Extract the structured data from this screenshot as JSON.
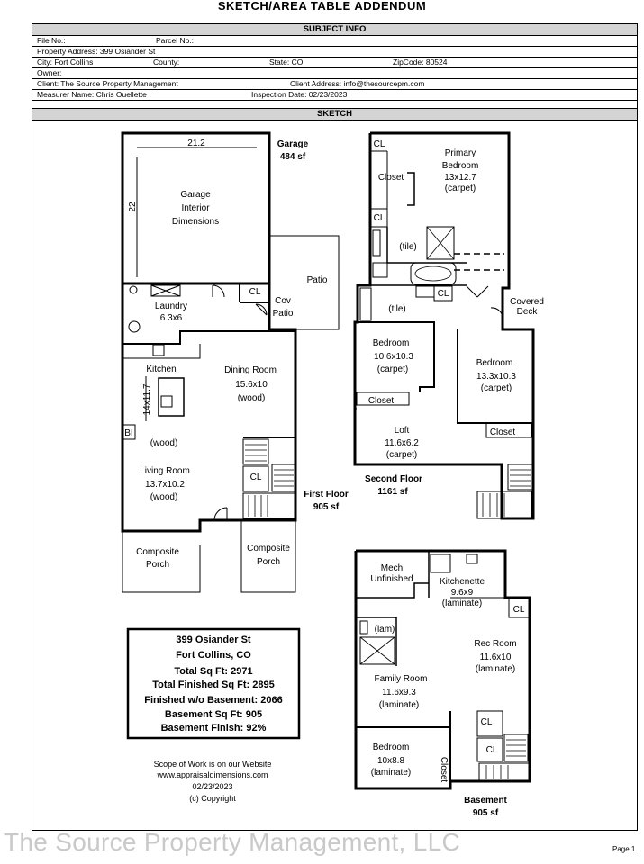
{
  "title": "SKETCH/AREA TABLE ADDENDUM",
  "subject_header": "SUBJECT INFO",
  "subject": {
    "file_no": "File No.:",
    "parcel_no": "Parcel No.:",
    "property_address": "Property Address: 399 Osiander St",
    "city": "City: Fort Collins",
    "county": "County:",
    "state": "State: CO",
    "zip": "ZipCode: 80524",
    "owner": "Owner:",
    "client": "Client: The Source Property Management",
    "client_address": "Client Address: info@thesourcepm.com",
    "measurer": "Measurer Name: Chris Ouellette",
    "inspection_date": "Inspection Date: 02/23/2023"
  },
  "sketch_header": "SKETCH",
  "first_floor": {
    "garage_width": "21.2",
    "garage_depth": "22",
    "garage_label": [
      "Garage",
      "Interior",
      "Dimensions"
    ],
    "garage_area": [
      "Garage",
      "484 sf"
    ],
    "patio": "Patio",
    "cov_patio": [
      "Cov",
      "Patio"
    ],
    "laundry": [
      "Laundry",
      "6.3x6"
    ],
    "cl": "CL",
    "kitchen": "Kitchen",
    "island": "14x11.7",
    "kitchen_floor": "(wood)",
    "dining": [
      "Dining Room",
      "15.6x10",
      "(wood)"
    ],
    "bi": "BI",
    "living": [
      "Living Room",
      "13.7x10.2",
      "(wood)"
    ],
    "composite_porch_left": [
      "Composite",
      "Porch"
    ],
    "composite_porch_right": [
      "Composite",
      "Porch"
    ],
    "floor_label": [
      "First Floor",
      "905 sf"
    ]
  },
  "second_floor": {
    "cl": "CL",
    "closet": "Closet",
    "primary": [
      "Primary",
      "Bedroom",
      "13x12.7",
      "(carpet)"
    ],
    "tile1": "(tile)",
    "tile2": "(tile)",
    "covered_deck": [
      "Covered",
      "Deck"
    ],
    "bedroom1": [
      "Bedroom",
      "10.6x10.3",
      "(carpet)"
    ],
    "bedroom2": [
      "Bedroom",
      "13.3x10.3",
      "(carpet)"
    ],
    "closet1": "Closet",
    "closet2": "Closet",
    "loft": [
      "Loft",
      "11.6x6.2",
      "(carpet)"
    ],
    "floor_label": [
      "Second Floor",
      "1161 sf"
    ]
  },
  "basement": {
    "mech": [
      "Mech",
      "Unfinished"
    ],
    "kitchenette": [
      "Kitchenette",
      "9.6x9",
      "(laminate)"
    ],
    "cl": "CL",
    "lam": "(lam)",
    "rec": [
      "Rec Room",
      "11.6x10",
      "(laminate)"
    ],
    "family": [
      "Family Room",
      "11.6x9.3",
      "(laminate)"
    ],
    "bedroom": [
      "Bedroom",
      "10x8.8",
      "(laminate)"
    ],
    "closet": "Closet",
    "floor_label": [
      "Basement",
      "905 sf"
    ]
  },
  "summary": {
    "address": "399 Osiander St",
    "city": "Fort Collins, CO",
    "total": "Total Sq Ft: 2971",
    "total_finished": "Total Finished Sq Ft: 2895",
    "finished_wo_basement": "Finished w/o Basement: 2066",
    "basement_sqft": "Basement Sq Ft: 905",
    "basement_finish": "Basement Finish: 92%"
  },
  "scope": {
    "line1": "Scope of Work is on our Website",
    "line2": "www.appraisaldimensions.com",
    "line3": "02/23/2023",
    "line4": "(c) Copyright"
  },
  "footer": {
    "watermark": "The Source Property Management, LLC",
    "page": "Page 1"
  }
}
